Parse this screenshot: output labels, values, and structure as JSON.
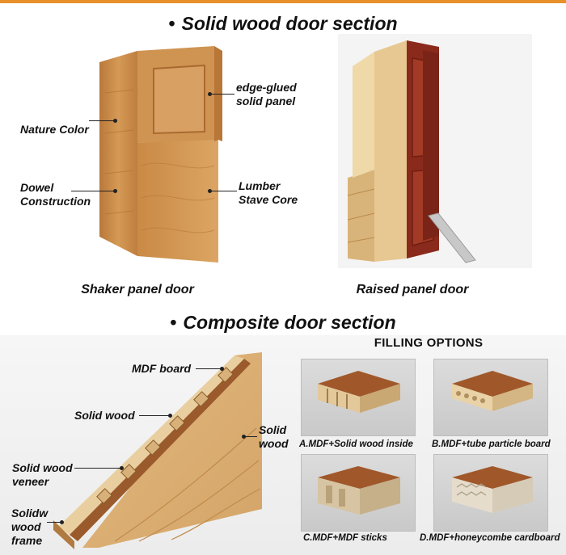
{
  "solid_section": {
    "title": "Solid wood door section",
    "shaker": {
      "caption": "Shaker panel door",
      "labels": {
        "nature_color": "Nature Color",
        "dowel": "Dowel\nConstruction",
        "edge_glued": "edge-glued\nsolid panel",
        "lumber": "Lumber\nStave Core"
      }
    },
    "raised": {
      "caption": "Raised panel door"
    }
  },
  "composite_section": {
    "title": "Composite door section",
    "labels": {
      "mdf_board": "MDF board",
      "solid_wood_inner": "Solid wood",
      "solid_wood_right": "Solid\nwood",
      "veneer": "Solid wood\nveneer",
      "frame": "Solidw\nwood\nframe"
    },
    "filling": {
      "title": "FILLING OPTIONS",
      "options": [
        {
          "label": "A.MDF+Solid wood inside"
        },
        {
          "label": "B.MDF+tube particle board"
        },
        {
          "label": "C.MDF+MDF sticks"
        },
        {
          "label": "D.MDF+honeycombe cardboard"
        }
      ]
    }
  },
  "colors": {
    "accent": "#e8912a",
    "oak": "#c98a45",
    "mahogany": "#8a2a1c",
    "mdf": "#9a5a2c",
    "pine": "#e6c691"
  }
}
